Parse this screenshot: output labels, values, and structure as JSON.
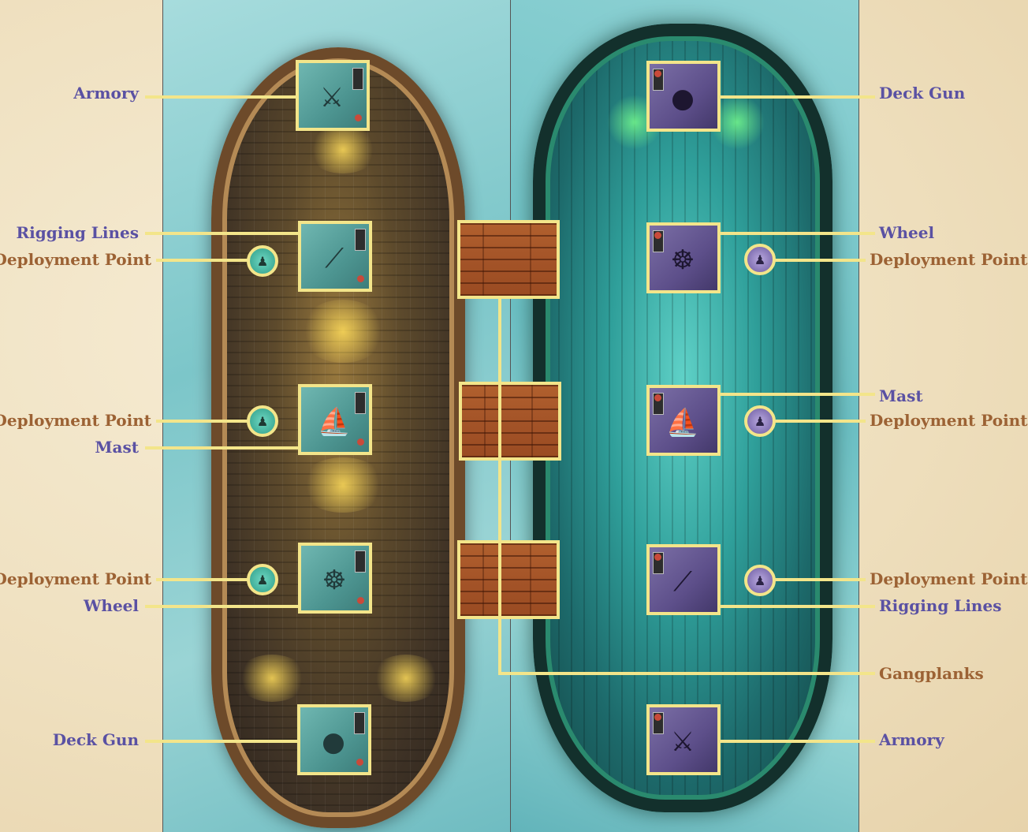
{
  "left_ship": {
    "labels": {
      "armory": "Armory",
      "rigging_lines": "Rigging Lines",
      "deployment_point_1": "Deployment Point",
      "deployment_point_2": "Deployment Point",
      "mast": "Mast",
      "deployment_point_3": "Deployment Point",
      "wheel": "Wheel",
      "deck_gun": "Deck Gun"
    }
  },
  "right_ship": {
    "labels": {
      "deck_gun": "Deck Gun",
      "wheel": "Wheel",
      "deployment_point_1": "Deployment Point",
      "mast": "Mast",
      "deployment_point_2": "Deployment Point",
      "deployment_point_3": "Deployment Point",
      "rigging_lines": "Rigging Lines",
      "gangplanks": "Gangplanks",
      "armory": "Armory"
    }
  },
  "colors": {
    "station_label": "#5a51a3",
    "deployment_label": "#9c6234",
    "callout_line": "#f3e58a"
  },
  "icons": {
    "armory": "crossed-weapons-icon",
    "rigging_lines": "rope-icon",
    "mast": "sail-icon",
    "wheel": "ship-wheel-icon",
    "deck_gun": "cannon-icon",
    "deployment_point": "figure-icon",
    "gangplank": "wood-planks-icon"
  }
}
